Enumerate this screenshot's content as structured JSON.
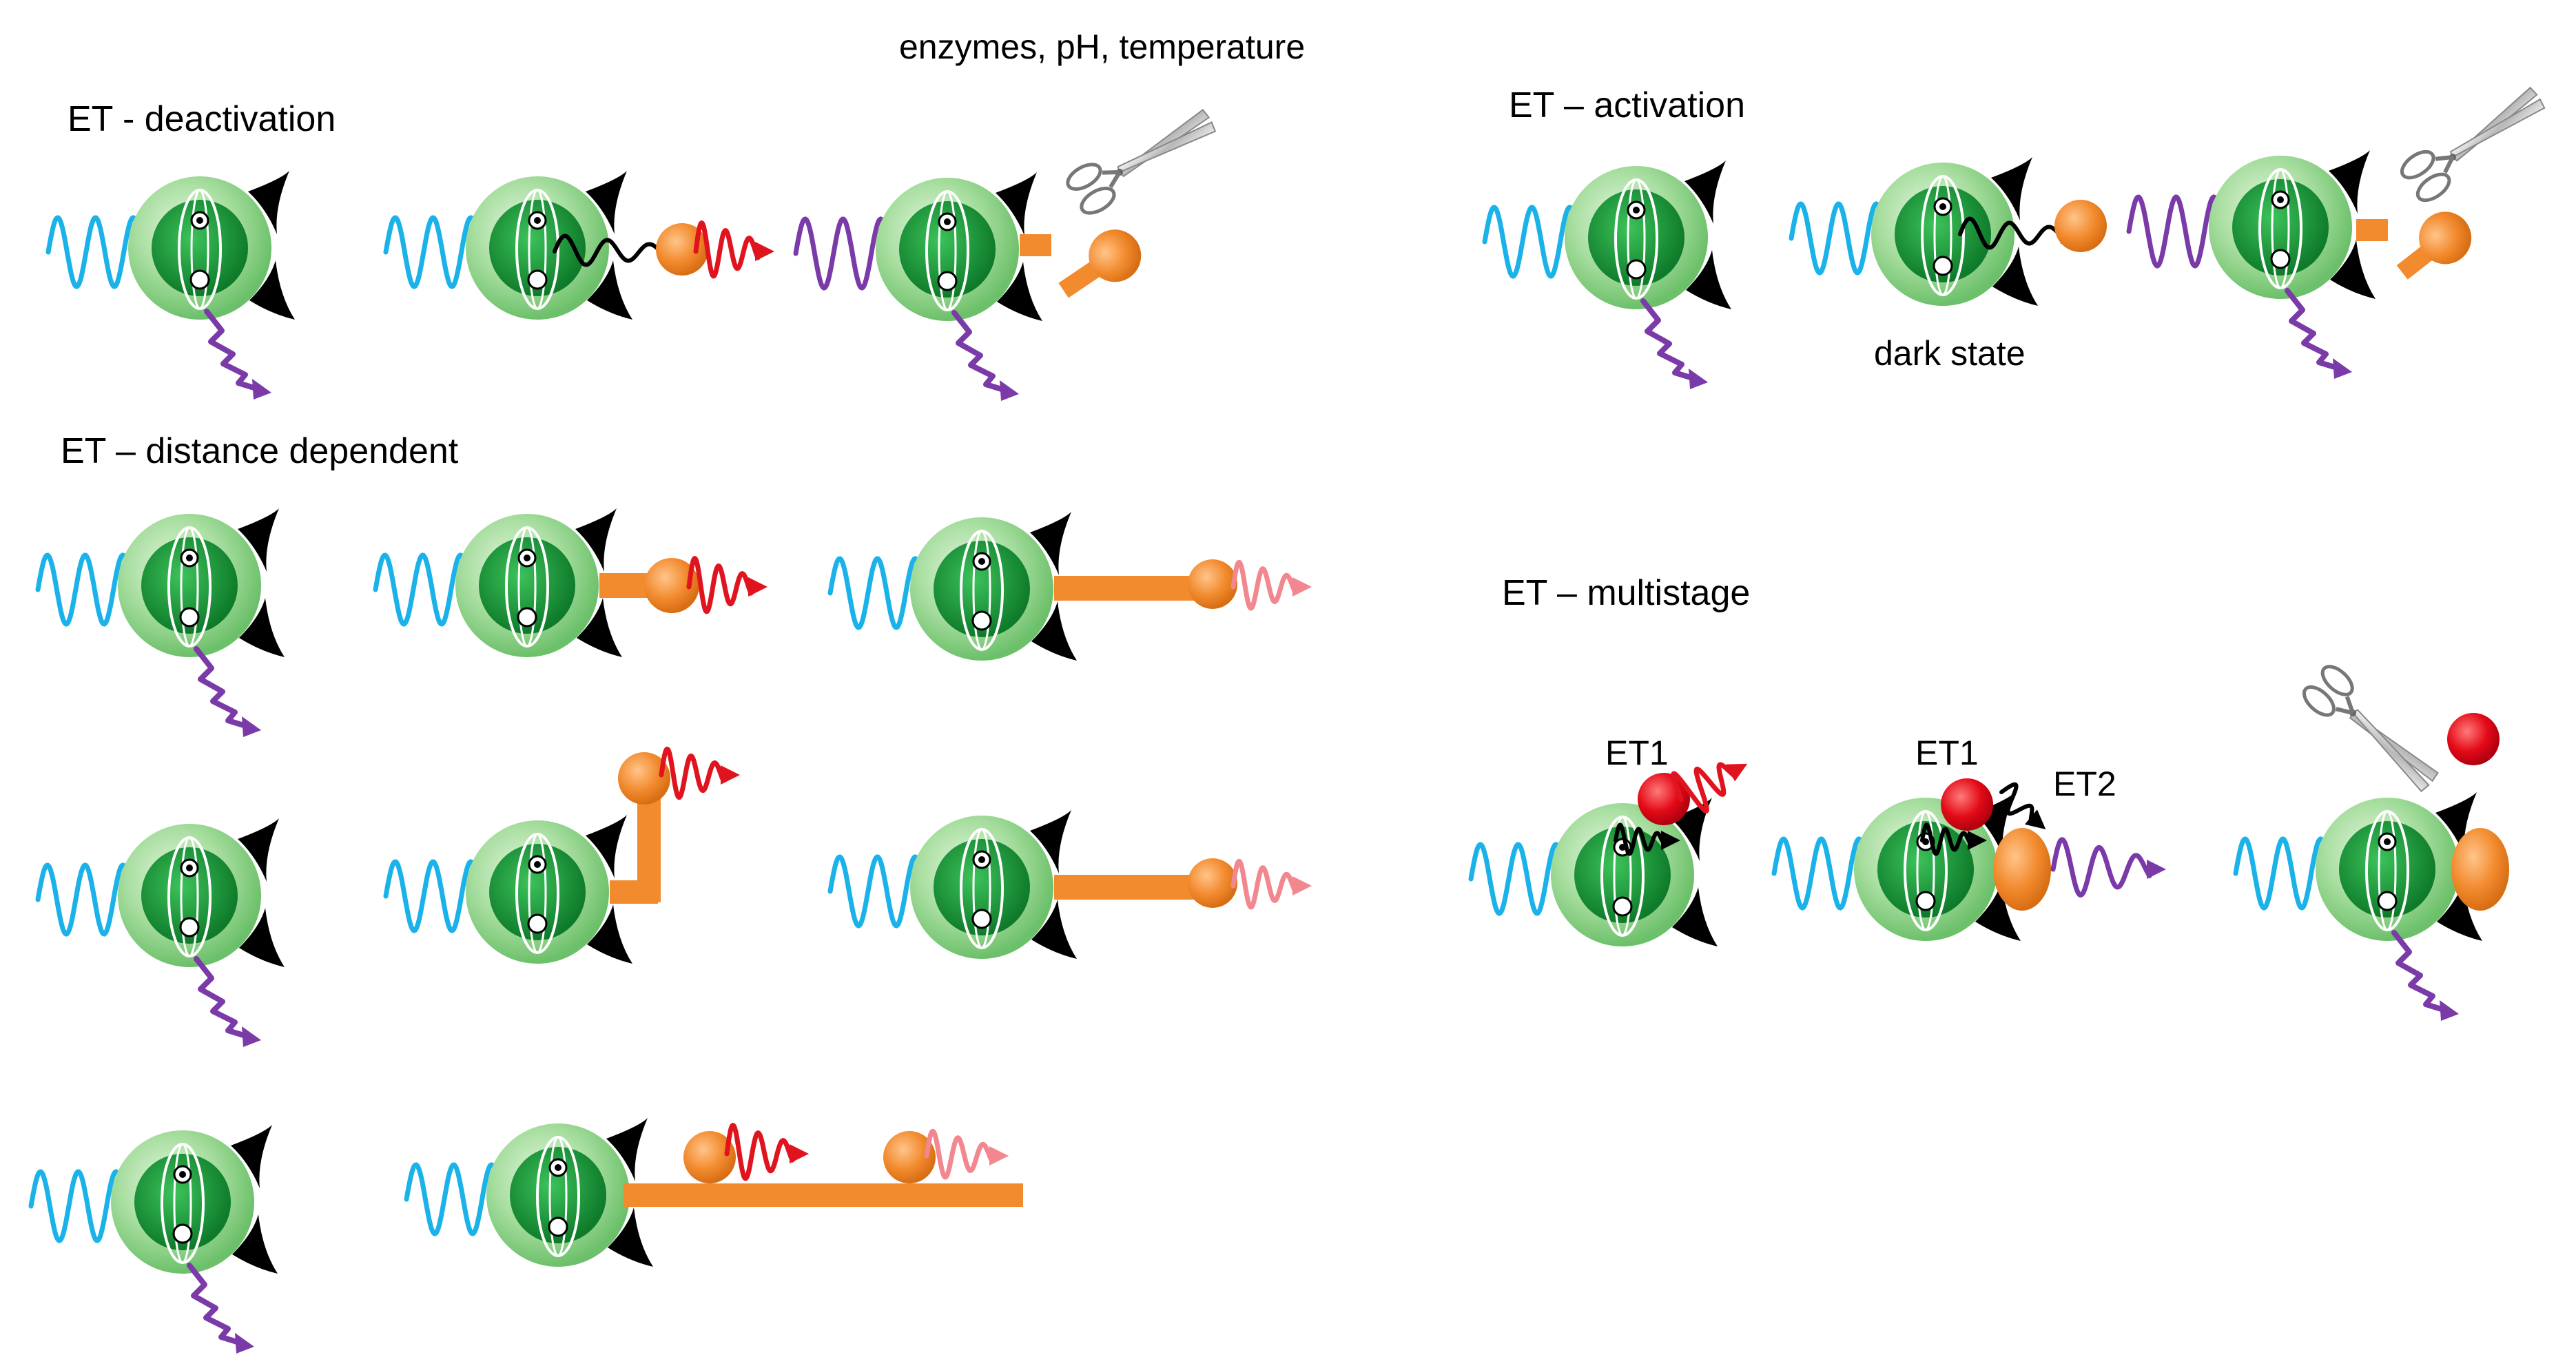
{
  "labels": {
    "top_note": "enzymes, pH, temperature",
    "deactivation": "ET - deactivation",
    "activation": "ET – activation",
    "dark_state": "dark state",
    "distance": "ET – distance dependent",
    "multistage": "ET – multistage",
    "et1_a": "ET1",
    "et1_b": "ET1",
    "et2": "ET2"
  },
  "colors": {
    "excitation": "#1ab2e8",
    "emission": "#7a3aa8",
    "acceptor": "#f28a2e",
    "acceptor_emission": "#e0141e",
    "faint_emission": "#f2878f",
    "second_acceptor": "#e30a17",
    "particle_shell": "#a8dea0",
    "particle_core": "#1a9a3c",
    "transfer": "#000000"
  },
  "icons": {
    "nanoparticle": "green-nanoparticle-icon",
    "scissors": "scissors-icon"
  }
}
